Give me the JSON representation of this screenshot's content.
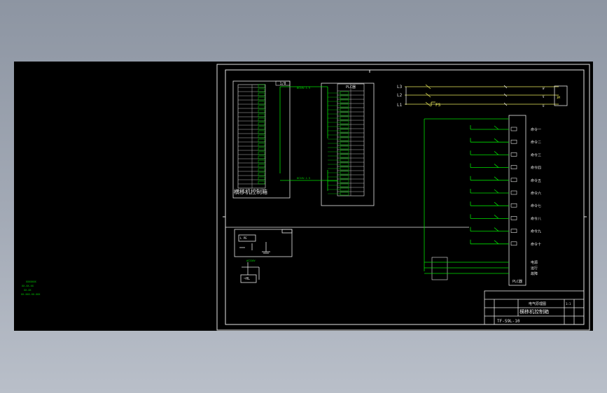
{
  "drawing": {
    "plc_module_title": "PLC器",
    "plc_main_label": "PLC器",
    "top_module_tag": "1/8",
    "panel_caption": "横移机控制箱",
    "phase_labels": [
      "L3",
      "L2",
      "L1"
    ],
    "output_labels": [
      "命令一",
      "命令二",
      "命令三",
      "命令四",
      "命令五",
      "命令六",
      "命令七",
      "命令八",
      "命令九",
      "命令十"
    ],
    "status_labels": [
      "电源",
      "运行",
      "故障"
    ],
    "title_block": {
      "drawing_name": "电气原理图",
      "project": "横移机控制箱",
      "drawing_no": "TF-S9L-10",
      "scale": "1:1"
    }
  },
  "colors": {
    "line_green": "#00e000",
    "line_white": "#e6e6e6",
    "line_yellow": "#e8e85a",
    "background": "#000000"
  }
}
